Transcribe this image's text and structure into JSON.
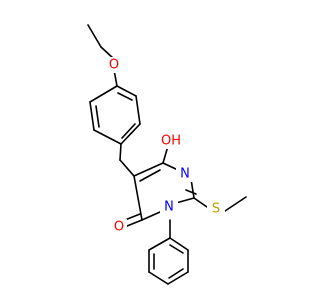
{
  "molecule": {
    "atoms": {
      "ethoxy_oxygen": {
        "label": "O",
        "color": "#ff0000"
      },
      "hydroxyl": {
        "label": "OH",
        "color": "#ff0000"
      },
      "ring_nitrogen_upper": {
        "label": "N",
        "color": "#0000ff"
      },
      "ring_nitrogen_lower": {
        "label": "N",
        "color": "#0000ff"
      },
      "sulfur": {
        "label": "S",
        "color": "#b8a000"
      },
      "carbonyl_oxygen": {
        "label": "O",
        "color": "#ff0000"
      }
    },
    "bond_color": "#000000",
    "background": "#ffffff"
  }
}
